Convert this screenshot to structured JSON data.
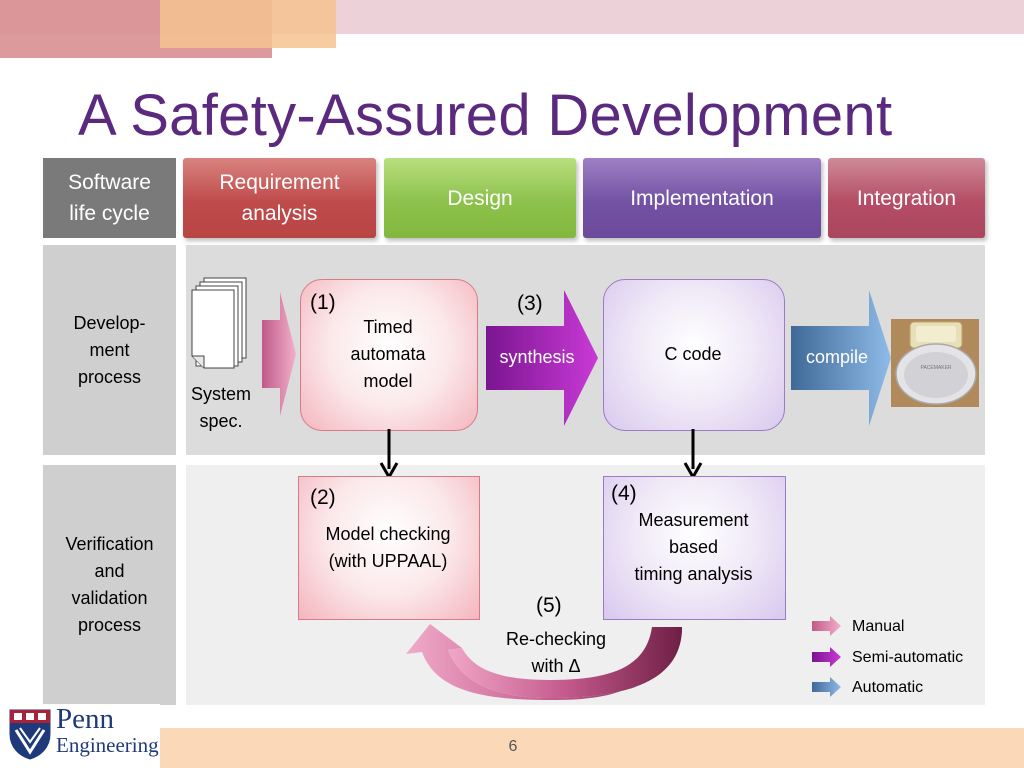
{
  "title": "A Safety-Assured Development",
  "headers": {
    "lifecycle": [
      "Software",
      "life cycle"
    ],
    "requirement": [
      "Requirement",
      "analysis"
    ],
    "design": "Design",
    "implementation": "Implementation",
    "integration": "Integration"
  },
  "rows": {
    "development": [
      "Develop-",
      "ment",
      "process"
    ],
    "verification": [
      "Verification",
      "and",
      "validation",
      "process"
    ]
  },
  "development_row": {
    "system_spec": [
      "System",
      "spec."
    ],
    "step1_number": "(1)",
    "step1_label": [
      "Timed",
      "automata",
      "model"
    ],
    "step3_number": "(3)",
    "synthesis_label": "synthesis",
    "c_code_label": "C code",
    "compile_label": "compile",
    "device_label": "PACEMAKER"
  },
  "verification_row": {
    "step2_number": "(2)",
    "step2_label": [
      "Model checking",
      "(with UPPAAL)"
    ],
    "step4_number": "(4)",
    "step4_label": [
      "Measurement",
      "based",
      "timing analysis"
    ],
    "step5_number": "(5)",
    "step5_label": [
      "Re-checking",
      "with Δ"
    ]
  },
  "legend": [
    {
      "label": "Manual",
      "color": "#e27fa6"
    },
    {
      "label": "Semi-automatic",
      "color": "#b21fc4"
    },
    {
      "label": "Automatic",
      "color": "#5b8fc9"
    }
  ],
  "footer": {
    "logo_top": "Penn",
    "logo_bottom": "Engineering",
    "page_number": "6"
  },
  "colors": {
    "title": "#5b2a7e",
    "manual_arrow": "#e27fa6",
    "semi_automatic_arrow": "#b21fc4",
    "automatic_arrow": "#5b8fc9"
  }
}
